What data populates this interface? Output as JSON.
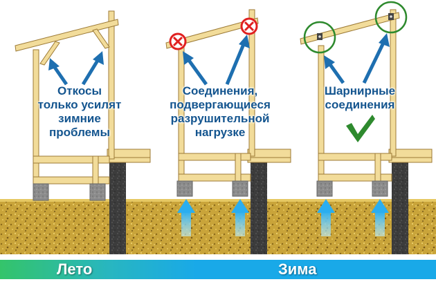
{
  "panels": [
    {
      "caption_lines": [
        "Откосы",
        "только усилят",
        "зимние",
        "проблемы"
      ]
    },
    {
      "caption_lines": [
        "Соединения,",
        "подвергающиеся",
        "разрушительной",
        "нагрузке"
      ]
    },
    {
      "caption_lines": [
        "Шарнирные",
        "соединения"
      ]
    }
  ],
  "seasons": {
    "summer": "Лето",
    "winter": "Зима"
  },
  "colors": {
    "arrow": "#1e6fb0",
    "caption": "#14558f",
    "wood": "#f2dc9a",
    "wood_edge": "#9c7a36",
    "gravel": "#c9a43a",
    "concrete": "#3a3a3a",
    "cross_circle": "#e02020",
    "hinge_circle": "#2e8a2e",
    "check": "#2e8a2e",
    "summer_bar": "#3cc26a",
    "winter_bar": "#1aa8e6"
  }
}
